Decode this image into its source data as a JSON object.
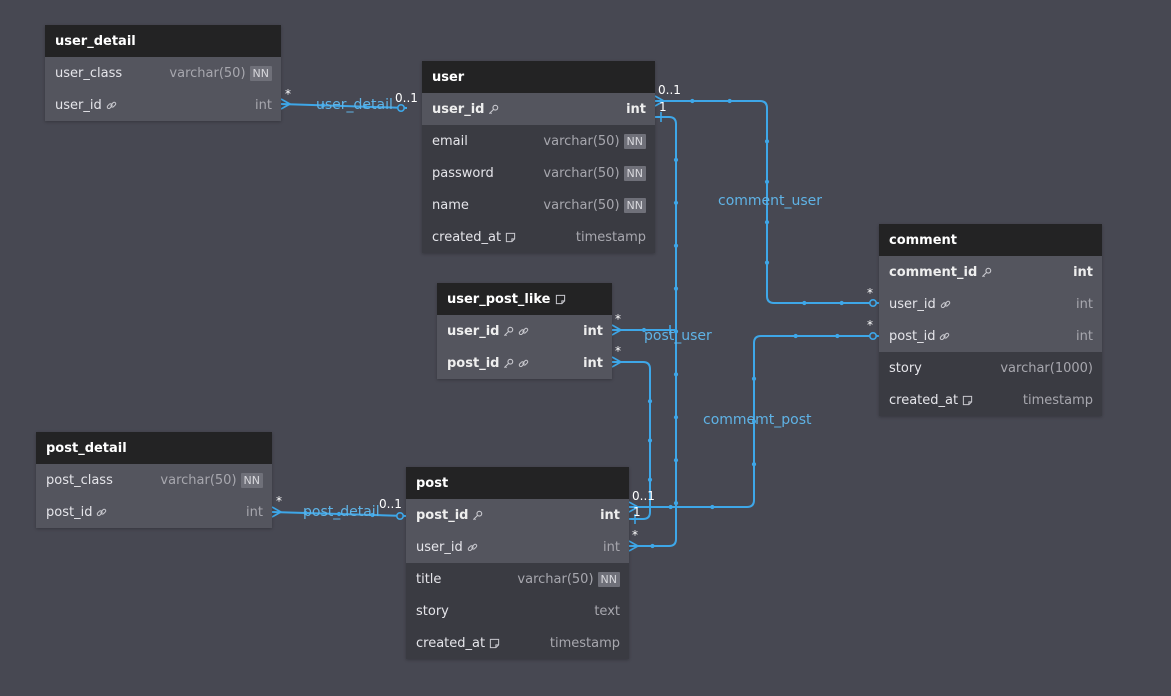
{
  "colors": {
    "background": "#474852",
    "header": "#232324",
    "key_row": "#54555e",
    "row": "#3a3b42",
    "edge": "#3ea7e8",
    "label": "#5fb3e6"
  },
  "tables": [
    {
      "id": "user_detail",
      "title": "user_detail",
      "title_icon": "",
      "columns": [
        {
          "name": "user_class",
          "type": "varchar(50)",
          "nn": "NN",
          "key": true,
          "pk": false,
          "icons": []
        },
        {
          "name": "user_id",
          "type": "int",
          "nn": "",
          "key": true,
          "pk": false,
          "icons": [
            "link-icon"
          ]
        }
      ]
    },
    {
      "id": "user",
      "title": "user",
      "title_icon": "",
      "columns": [
        {
          "name": "user_id",
          "type": "int",
          "nn": "",
          "key": true,
          "pk": true,
          "icons": [
            "key-icon"
          ]
        },
        {
          "name": "email",
          "type": "varchar(50)",
          "nn": "NN",
          "key": false,
          "pk": false,
          "icons": []
        },
        {
          "name": "password",
          "type": "varchar(50)",
          "nn": "NN",
          "key": false,
          "pk": false,
          "icons": []
        },
        {
          "name": "name",
          "type": "varchar(50)",
          "nn": "NN",
          "key": false,
          "pk": false,
          "icons": []
        },
        {
          "name": "created_at",
          "type": "timestamp",
          "nn": "",
          "key": false,
          "pk": false,
          "icons": [
            "note-icon"
          ]
        }
      ]
    },
    {
      "id": "user_post_like",
      "title": "user_post_like",
      "title_icon": "note-icon",
      "columns": [
        {
          "name": "user_id",
          "type": "int",
          "nn": "",
          "key": true,
          "pk": true,
          "icons": [
            "key-icon",
            "link-icon"
          ]
        },
        {
          "name": "post_id",
          "type": "int",
          "nn": "",
          "key": true,
          "pk": true,
          "icons": [
            "key-icon",
            "link-icon"
          ]
        }
      ]
    },
    {
      "id": "comment",
      "title": "comment",
      "title_icon": "",
      "columns": [
        {
          "name": "comment_id",
          "type": "int",
          "nn": "",
          "key": true,
          "pk": true,
          "icons": [
            "key-icon"
          ]
        },
        {
          "name": "user_id",
          "type": "int",
          "nn": "",
          "key": true,
          "pk": false,
          "icons": [
            "link-icon"
          ]
        },
        {
          "name": "post_id",
          "type": "int",
          "nn": "",
          "key": true,
          "pk": false,
          "icons": [
            "link-icon"
          ]
        },
        {
          "name": "story",
          "type": "varchar(1000)",
          "nn": "",
          "key": false,
          "pk": false,
          "icons": []
        },
        {
          "name": "created_at",
          "type": "timestamp",
          "nn": "",
          "key": false,
          "pk": false,
          "icons": [
            "note-icon"
          ]
        }
      ]
    },
    {
      "id": "post_detail",
      "title": "post_detail",
      "title_icon": "",
      "columns": [
        {
          "name": "post_class",
          "type": "varchar(50)",
          "nn": "NN",
          "key": true,
          "pk": false,
          "icons": []
        },
        {
          "name": "post_id",
          "type": "int",
          "nn": "",
          "key": true,
          "pk": false,
          "icons": [
            "link-icon"
          ]
        }
      ]
    },
    {
      "id": "post",
      "title": "post",
      "title_icon": "",
      "columns": [
        {
          "name": "post_id",
          "type": "int",
          "nn": "",
          "key": true,
          "pk": true,
          "icons": [
            "key-icon"
          ]
        },
        {
          "name": "user_id",
          "type": "int",
          "nn": "",
          "key": true,
          "pk": false,
          "icons": [
            "link-icon"
          ]
        },
        {
          "name": "title",
          "type": "varchar(50)",
          "nn": "NN",
          "key": false,
          "pk": false,
          "icons": []
        },
        {
          "name": "story",
          "type": "text",
          "nn": "",
          "key": false,
          "pk": false,
          "icons": []
        },
        {
          "name": "created_at",
          "type": "timestamp",
          "nn": "",
          "key": false,
          "pk": false,
          "icons": [
            "note-icon"
          ]
        }
      ]
    }
  ],
  "relationships": [
    {
      "id": "user_detail",
      "label": "user_detail",
      "from_table": "user_detail",
      "from_column": "user_id",
      "from_card": "*",
      "to_table": "user",
      "to_column": "user_id",
      "to_card": "0..1"
    },
    {
      "id": "comment_user",
      "label": "comment_user",
      "from_table": "comment",
      "from_column": "user_id",
      "from_card": "*",
      "to_table": "user",
      "to_column": "user_id",
      "to_card": "0..1"
    },
    {
      "id": "post_user",
      "label": "post_user",
      "from_table": "post",
      "from_column": "user_id",
      "from_card": "*",
      "to_table": "user",
      "to_column": "user_id",
      "to_card": "1"
    },
    {
      "id": "user_post_like_user",
      "label": "",
      "from_table": "user_post_like",
      "from_column": "user_id",
      "from_card": "*",
      "to_table": "user",
      "to_column": "user_id",
      "to_card": "1"
    },
    {
      "id": "user_post_like_post",
      "label": "",
      "from_table": "user_post_like",
      "from_column": "post_id",
      "from_card": "*",
      "to_table": "post",
      "to_column": "post_id",
      "to_card": "1"
    },
    {
      "id": "commemt_post",
      "label": "commemt_post",
      "from_table": "comment",
      "from_column": "post_id",
      "from_card": "*",
      "to_table": "post",
      "to_column": "post_id",
      "to_card": "0..1"
    },
    {
      "id": "post_detail",
      "label": "post_detail",
      "from_table": "post_detail",
      "from_column": "post_id",
      "from_card": "*",
      "to_table": "post",
      "to_column": "post_id",
      "to_card": "0..1"
    }
  ]
}
